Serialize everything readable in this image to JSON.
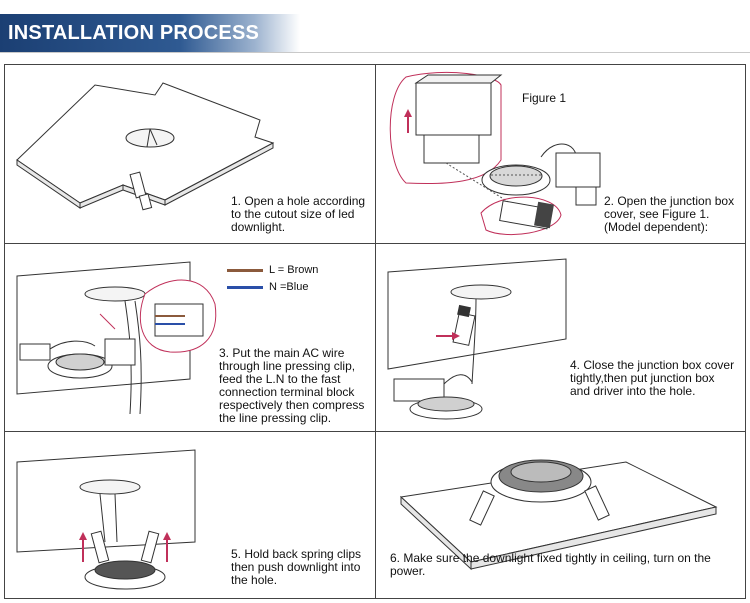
{
  "header": {
    "title": "INSTALLATION PROCESS"
  },
  "steps": [
    {
      "text": "1. Open a hole according\nto the cutout size of led\ndownlight."
    },
    {
      "text": "2. Open the junction box\ncover, see Figure 1.\n(Model dependent):"
    },
    {
      "text": "3. Put the main AC wire\nthrough line pressing clip,\nfeed the L.N to the fast\nconnection terminal block\nrespectively then compress\nthe line pressing clip."
    },
    {
      "text": "4. Close the junction box cover\ntightly,then put junction box\nand driver into the hole."
    },
    {
      "text": "5. Hold back spring clips\nthen push downlight into\nthe hole."
    },
    {
      "text": "6. Make sure the downlight fixed tightly in ceiling, turn on the\npower."
    }
  ],
  "figure_label": "Figure 1",
  "legend": [
    {
      "label": "L = Brown",
      "color": "#8b5a3c"
    },
    {
      "label": "N =Blue",
      "color": "#2a4fa8"
    }
  ],
  "colors": {
    "header": "#1b3f73",
    "accent": "#c0305a"
  }
}
